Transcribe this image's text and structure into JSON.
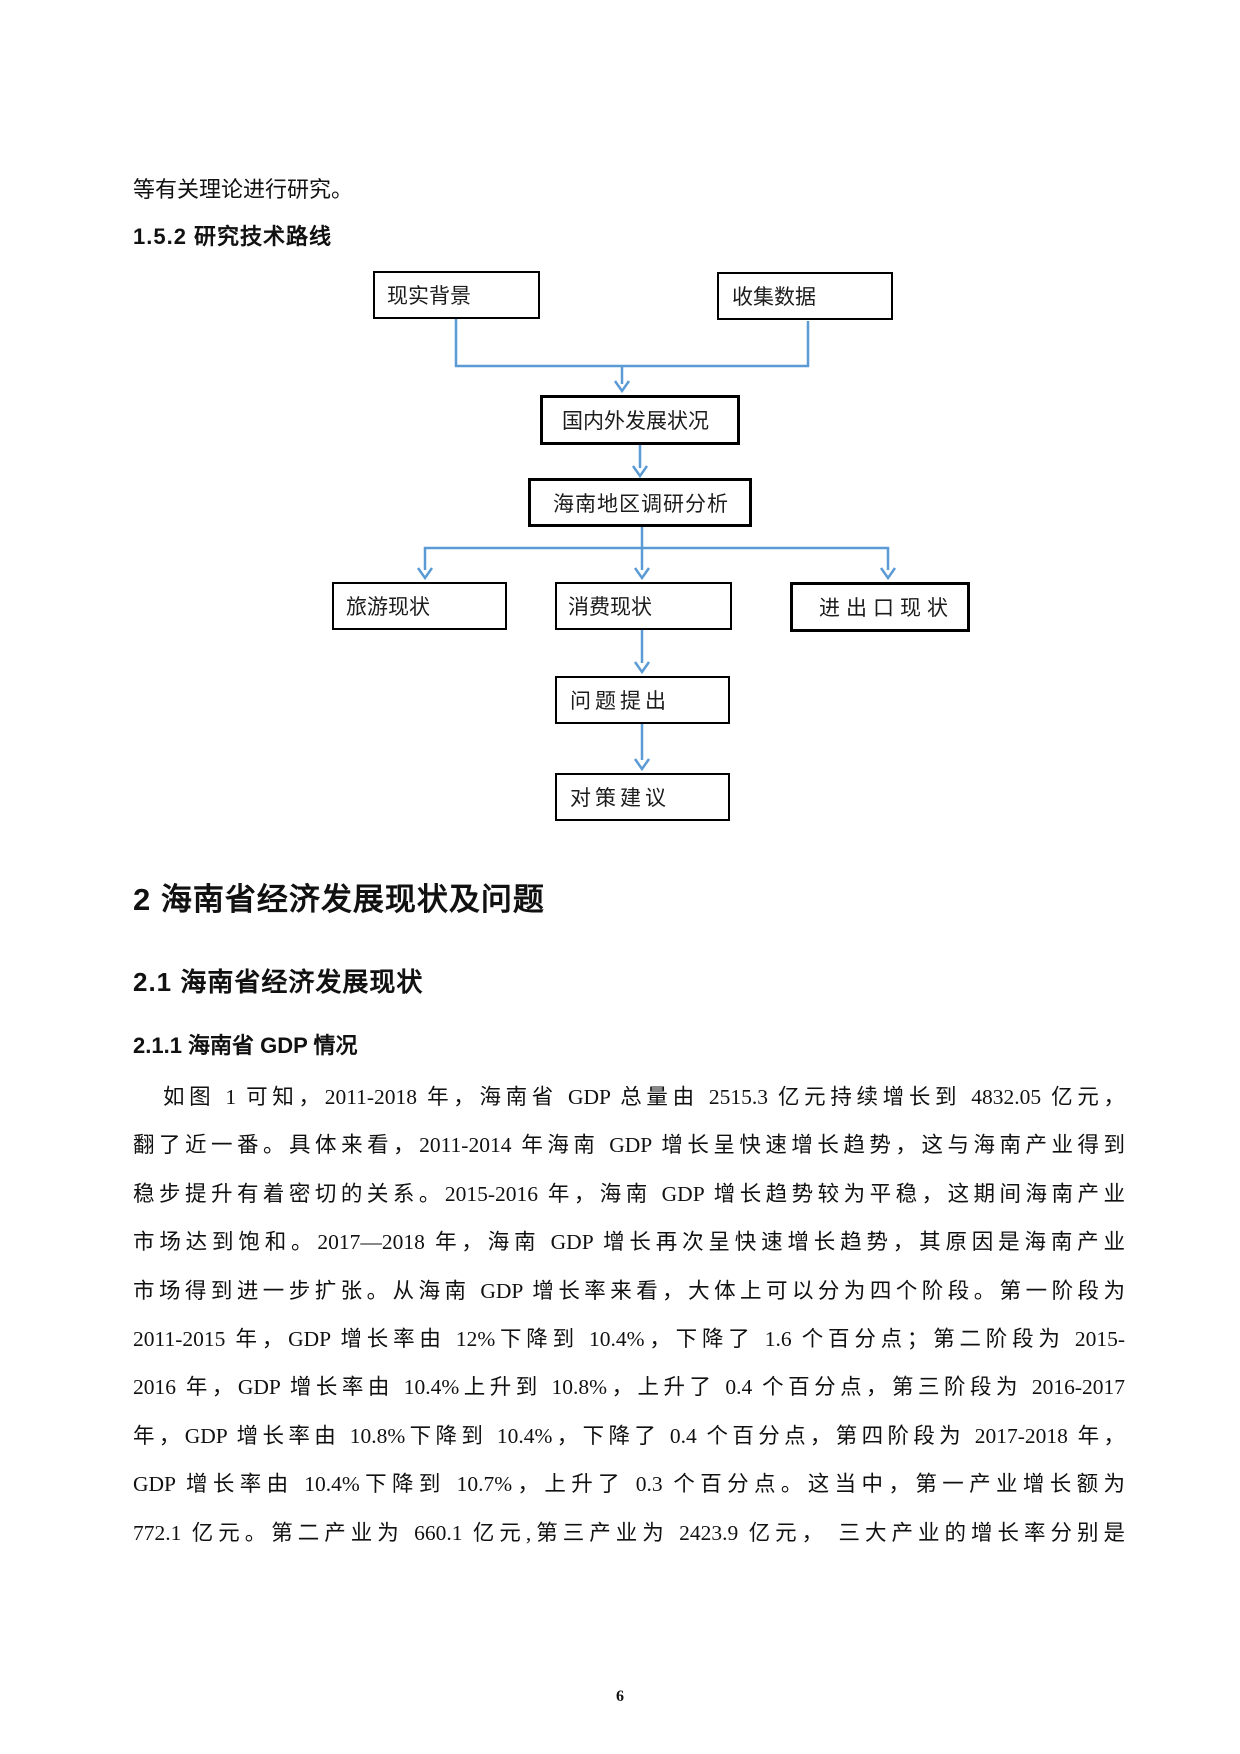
{
  "document": {
    "intro_text": "等有关理论进行研究。",
    "heading_152": "1.5.2 研究技术路线",
    "heading_2": "2 海南省经济发展现状及问题",
    "heading_21": "2.1 海南省经济发展现状",
    "heading_211": "2.1.1 海南省 GDP 情况",
    "page_number": "6"
  },
  "flowchart": {
    "arrow_color": "#5B9BD5",
    "border_color": "#000000",
    "nodes": {
      "reality": "现实背景",
      "collect": "收集数据",
      "domestic": "国内外发展状况",
      "hainan": "海南地区调研分析",
      "tourism": "旅游现状",
      "consumption": "消费现状",
      "import_export": "进出口现状",
      "problem": "问题提出",
      "suggestion": "对策建议"
    }
  },
  "paragraph": {
    "lines": [
      "如图 1 可知，2011-2018 年，海南省 GDP 总量由 2515.3 亿元持续增长到 4832.05 亿元，",
      "翻了近一番。具体来看，2011-2014 年海南 GDP 增长呈快速增长趋势，这与海南产业得到",
      "稳步提升有着密切的关系。2015-2016 年，海南 GDP 增长趋势较为平稳，这期间海南产业",
      "市场达到饱和。2017—2018 年，海南 GDP 增长再次呈快速增长趋势，其原因是海南产业",
      "市场得到进一步扩张。从海南 GDP 增长率来看，大体上可以分为四个阶段。第一阶段为",
      "2011-2015 年，GDP 增长率由 12%下降到 10.4%，下降了 1.6 个百分点；第二阶段为 2015-",
      "2016 年，GDP 增长率由 10.4%上升到 10.8%，上升了 0.4 个百分点，第三阶段为 2016-2017",
      "年，GDP 增长率由 10.8%下降到 10.4%，下降了 0.4 个百分点，第四阶段为 2017-2018 年，",
      "GDP 增长率由 10.4%下降到 10.7%，上升了 0.3 个百分点。这当中，第一产业增长额为",
      "772.1 亿元。第二产业为 660.1 亿元,第三产业为 2423.9 亿元， 三大产业的增长率分别是"
    ]
  }
}
